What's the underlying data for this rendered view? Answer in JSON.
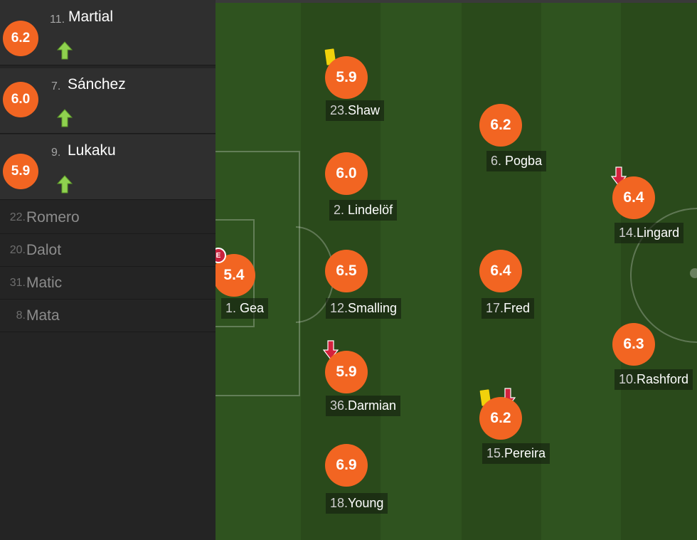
{
  "subs": [
    {
      "rating": "6.2",
      "number": "11.",
      "name": "Martial",
      "arrow": "sub-in-arrow-icon"
    },
    {
      "rating": "6.0",
      "number": "7.",
      "name": "Sánchez",
      "arrow": "sub-in-arrow-icon"
    },
    {
      "rating": "5.9",
      "number": "9.",
      "name": "Lukaku",
      "arrow": "sub-in-arrow-icon"
    }
  ],
  "bench": [
    {
      "number": "22.",
      "name": "Romero"
    },
    {
      "number": "20.",
      "name": "Dalot"
    },
    {
      "number": "31.",
      "name": "Matic"
    },
    {
      "number": "8.",
      "name": "Mata"
    }
  ],
  "players": [
    {
      "id": "gea",
      "rating": "5.4",
      "number": "1.",
      "name": "Gea",
      "badge": "E"
    },
    {
      "id": "shaw",
      "rating": "5.9",
      "number": "23.",
      "name": "Shaw",
      "card": "yellow"
    },
    {
      "id": "lindelof",
      "rating": "6.0",
      "number": "2.",
      "name": "Lindelöf"
    },
    {
      "id": "smalling",
      "rating": "6.5",
      "number": "12.",
      "name": "Smalling"
    },
    {
      "id": "darmian",
      "rating": "5.9",
      "number": "36.",
      "name": "Darmian",
      "sub_out": true
    },
    {
      "id": "young",
      "rating": "6.9",
      "number": "18.",
      "name": "Young"
    },
    {
      "id": "pogba",
      "rating": "6.2",
      "number": "6.",
      "name": "Pogba"
    },
    {
      "id": "fred",
      "rating": "6.4",
      "number": "17.",
      "name": "Fred"
    },
    {
      "id": "pereira",
      "rating": "6.2",
      "number": "15.",
      "name": "Pereira",
      "card": "yellow",
      "sub_out": true
    },
    {
      "id": "lingard",
      "rating": "6.4",
      "number": "14.",
      "name": "Lingard",
      "sub_out": true
    },
    {
      "id": "rashford",
      "rating": "6.3",
      "number": "10.",
      "name": "Rashford"
    }
  ],
  "colors": {
    "rating": "#f26522",
    "sub_in_arrow": "#8fd14f",
    "sub_out_arrow": "#d4213d",
    "yellow_card": "#f1d20b",
    "pitch_dark": "#2a4a1b",
    "pitch_light": "#2f531f"
  }
}
